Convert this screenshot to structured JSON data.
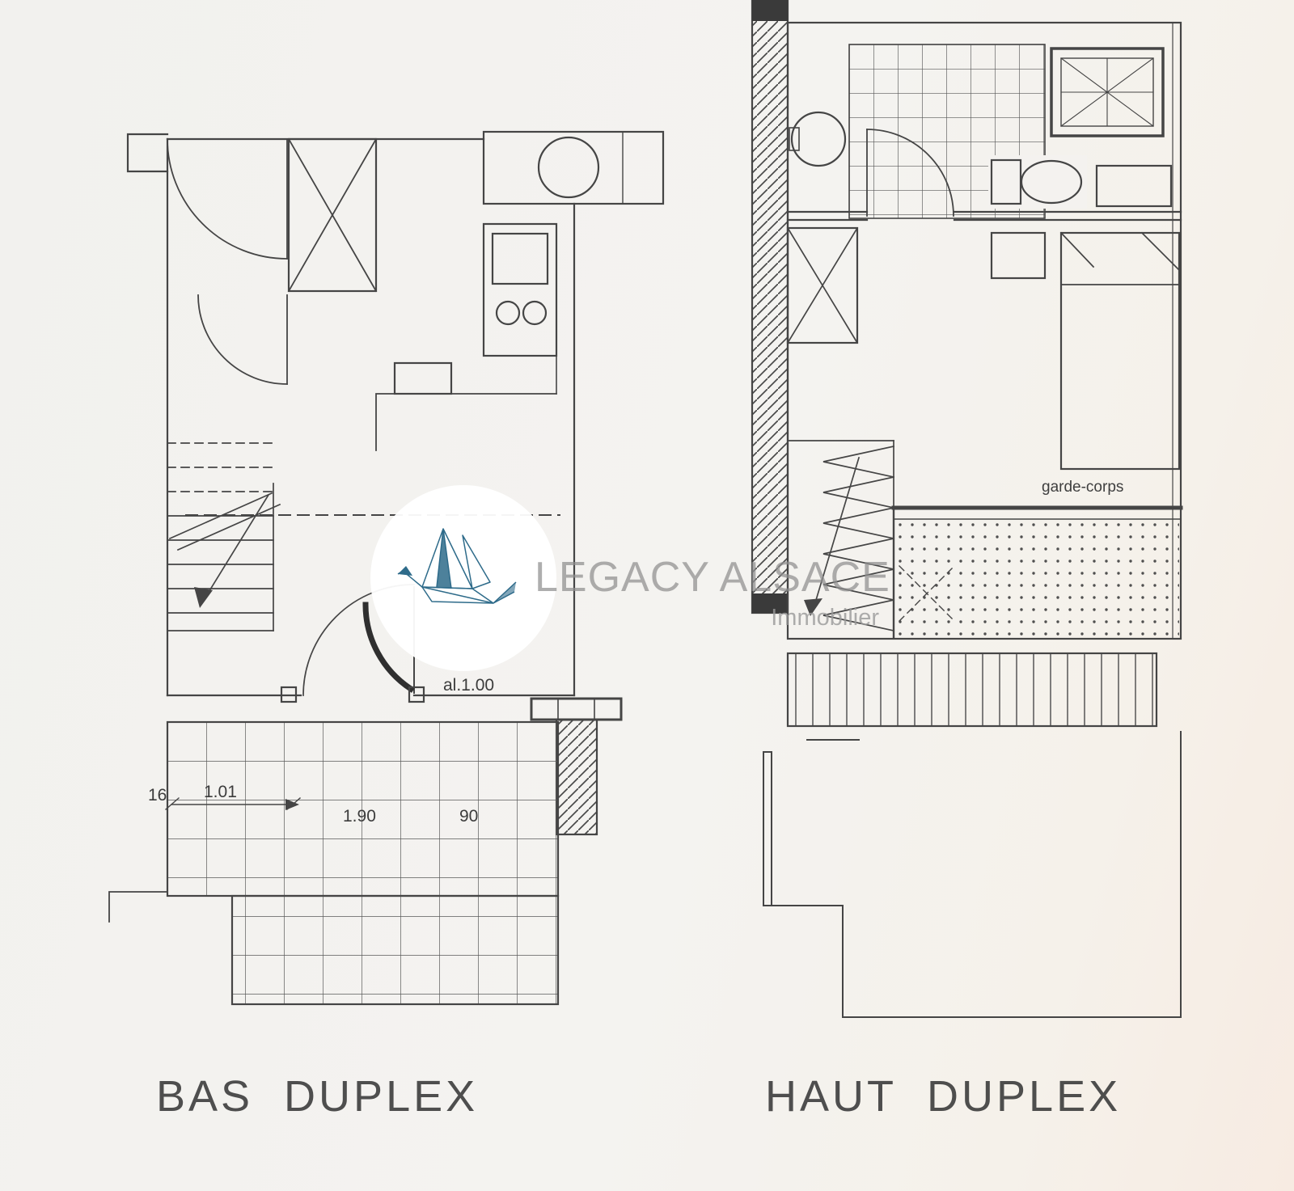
{
  "page": {
    "background_base": "#f3f1ee",
    "line_color": "#454545"
  },
  "plans": {
    "bas": {
      "label": "BAS  DUPLEX"
    },
    "haut": {
      "label": "HAUT  DUPLEX"
    }
  },
  "annotations": {
    "garde_corps": "garde-corps",
    "allege": "al.1.00",
    "dim_16": "16",
    "dim_101": "1.01",
    "dim_190": "1.90",
    "dim_90": "90"
  },
  "watermark": {
    "brand": "LEGACY ALSACE",
    "tagline": "Immobilier",
    "accent_color": "#2e6b8a"
  }
}
